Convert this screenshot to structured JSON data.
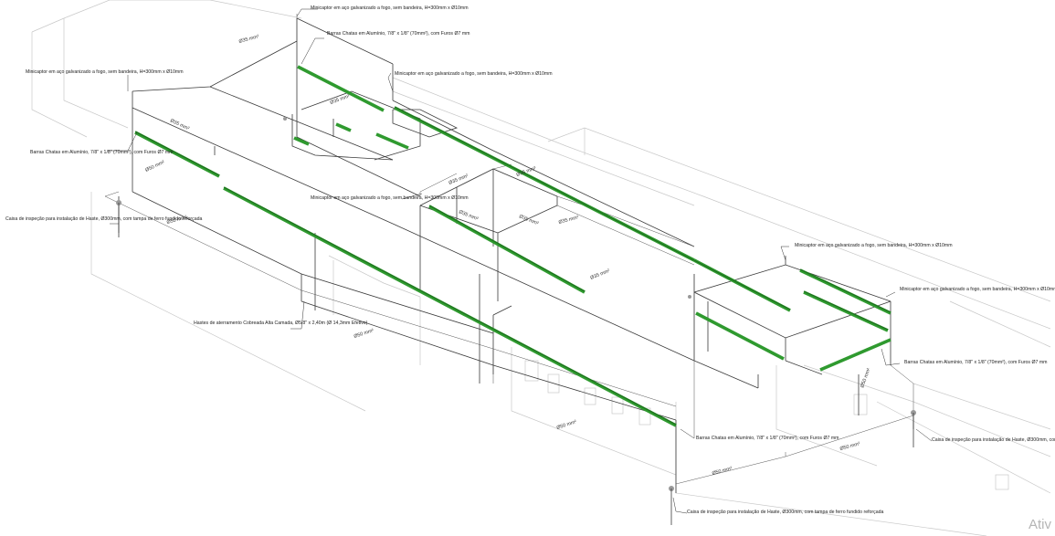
{
  "labels": {
    "minicaptor": "Minicaptor em aço galvanizado a fogo, sem bandeira, H=300mm x Ø10mm",
    "barras": "Barras Chatas em Alumínio, 7/8\" x 1/8\" (70mm²), com Furos Ø7 mm",
    "caixa": "Caixa de inspeção para instalação de Haste, Ø300mm, com tampa de ferro fundido reforçada",
    "hastes": "Hastes de aterramento Cobreada Alta Camada, Ø5/8\" x 2,40m (Ø 14,3mm Efetivo)"
  },
  "cables": {
    "c35": "Ø35 mm²",
    "c50": "Ø50 mm²"
  },
  "watermark": "Ativ"
}
